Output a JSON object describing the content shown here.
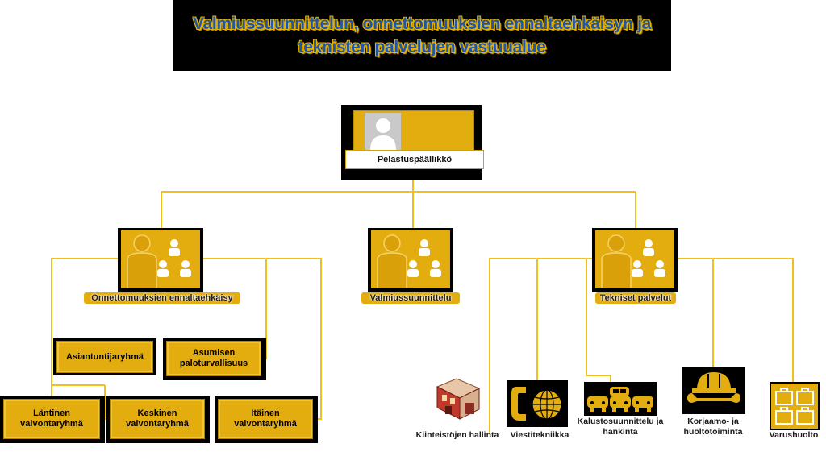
{
  "title": {
    "line1": "Valmiussuunnittelun, onnettomuuksien ennaltaehkäisyn ja",
    "line2": "teknisten palvelujen vastuualue"
  },
  "chief": {
    "label": "Pelastuspäällikkö"
  },
  "units": {
    "prevention": "Onnettomuuksien ennaltaehkäisy",
    "preparedness": "Valmiussuunnittelu",
    "technical": "Tekniset palvelut"
  },
  "prevention_groups": {
    "experts": "Asiantuntijaryhmä",
    "housing": "Asumisen paloturvallisuus",
    "west": "Läntinen valvontaryhmä",
    "central": "Keskinen valvontaryhmä",
    "east": "Itäinen valvontaryhmä"
  },
  "technical_groups": {
    "property": "Kiinteistöjen hallinta",
    "telecom": "Viestitekniikka",
    "fleet": "Kalustosuunnittelu ja hankinta",
    "workshop": "Korjaamo- ja huoltotoiminta",
    "supply": "Varushuolto"
  },
  "icons": {
    "avatar": "person-avatar-icon",
    "group": "group-people-icon",
    "property": "building-icon",
    "telecom": "phone-globe-icon",
    "fleet": "cars-icon",
    "workshop": "helmet-wrench-icon",
    "supply": "luggage-icon"
  },
  "colors": {
    "gold": "#e3ac0f",
    "title_blue": "#1f56a8",
    "line": "#f0c020"
  }
}
